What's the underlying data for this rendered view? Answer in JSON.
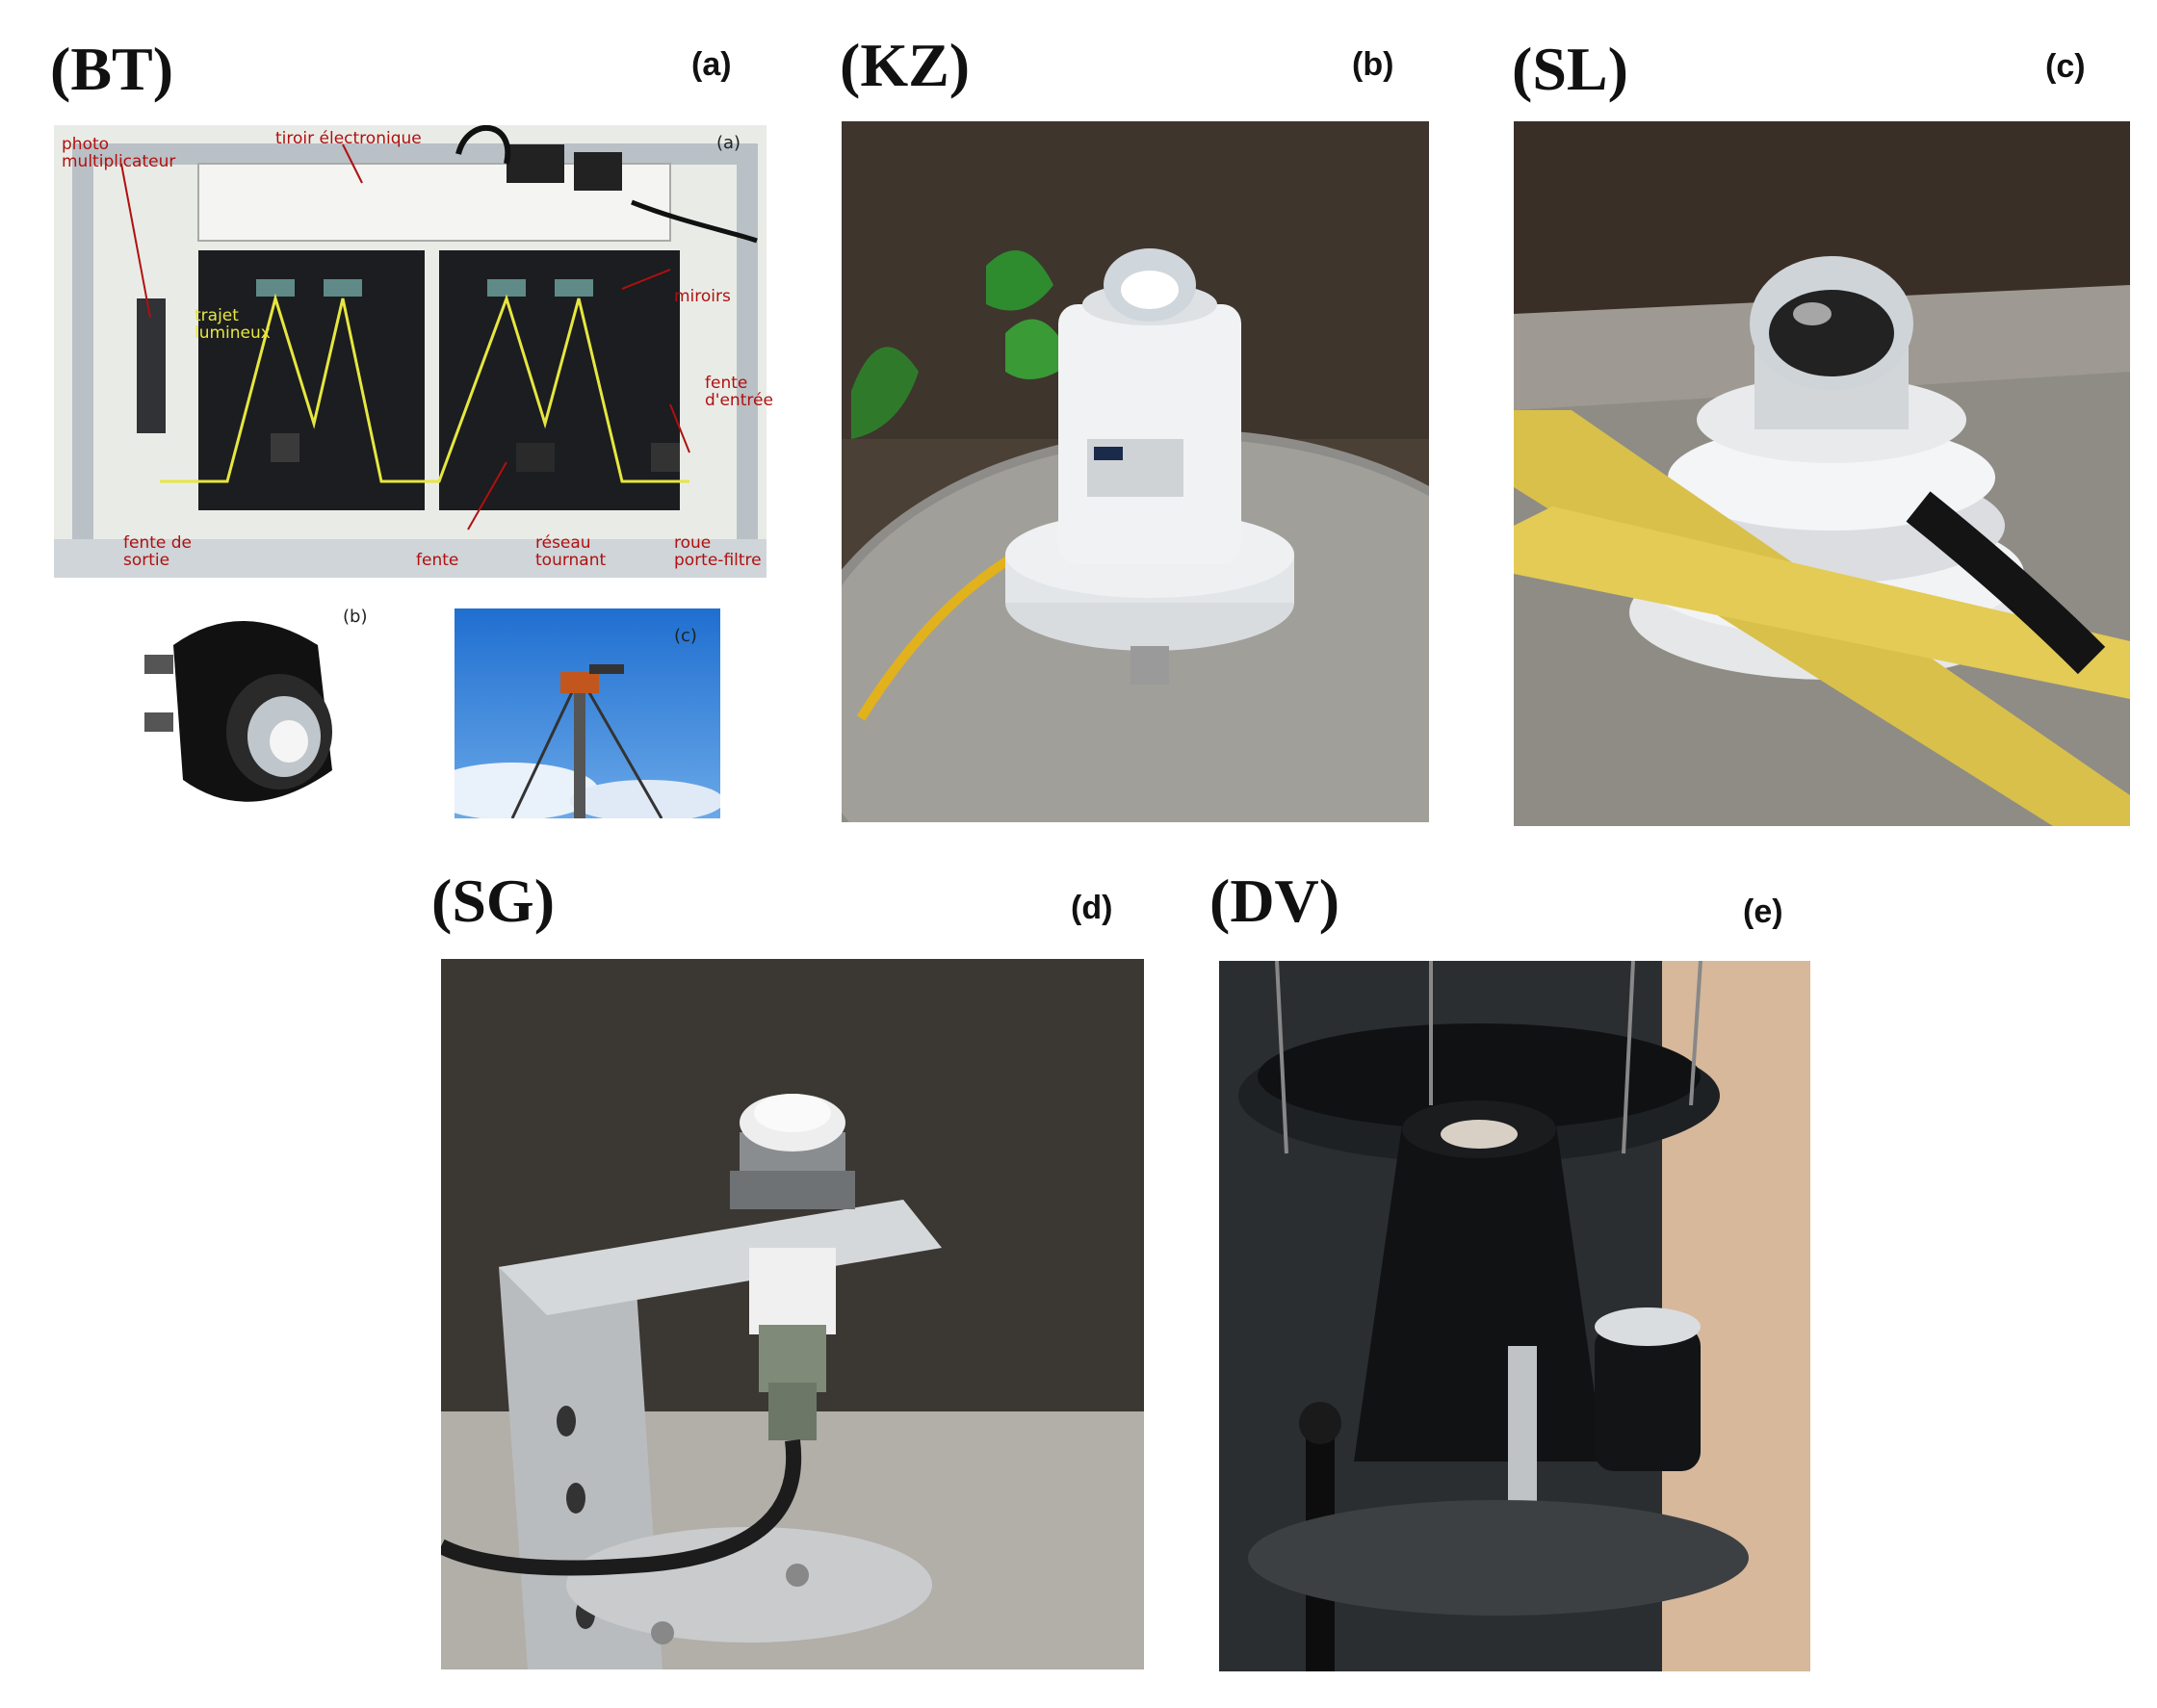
{
  "panels": {
    "bt": {
      "code": "(BT)",
      "letter": "(a)"
    },
    "kz": {
      "code": "(KZ)",
      "letter": "(b)"
    },
    "sl": {
      "code": "(SL)",
      "letter": "(c)"
    },
    "sg": {
      "code": "(SG)",
      "letter": "(d)"
    },
    "dv": {
      "code": "(DV)",
      "letter": "(e)"
    }
  },
  "bt_annotations": {
    "inset_a": "(a)",
    "inset_b": "(b)",
    "inset_c": "(c)",
    "tiroir": "tiroir électronique",
    "photo": "photo\nmultiplicateur",
    "trajet": "trajet\nlumineux",
    "miroirs": "miroirs",
    "fente_entree": "fente\nd'entrée",
    "fente_sortie": "fente de\nsortie",
    "fente": "fente",
    "reseau": "réseau\ntournant",
    "roue": "roue\nporte-filtre"
  },
  "colors": {
    "red_annotation": "#b01010",
    "yellow_path": "#e6e640",
    "sky_blue": "#2f7fd0"
  }
}
